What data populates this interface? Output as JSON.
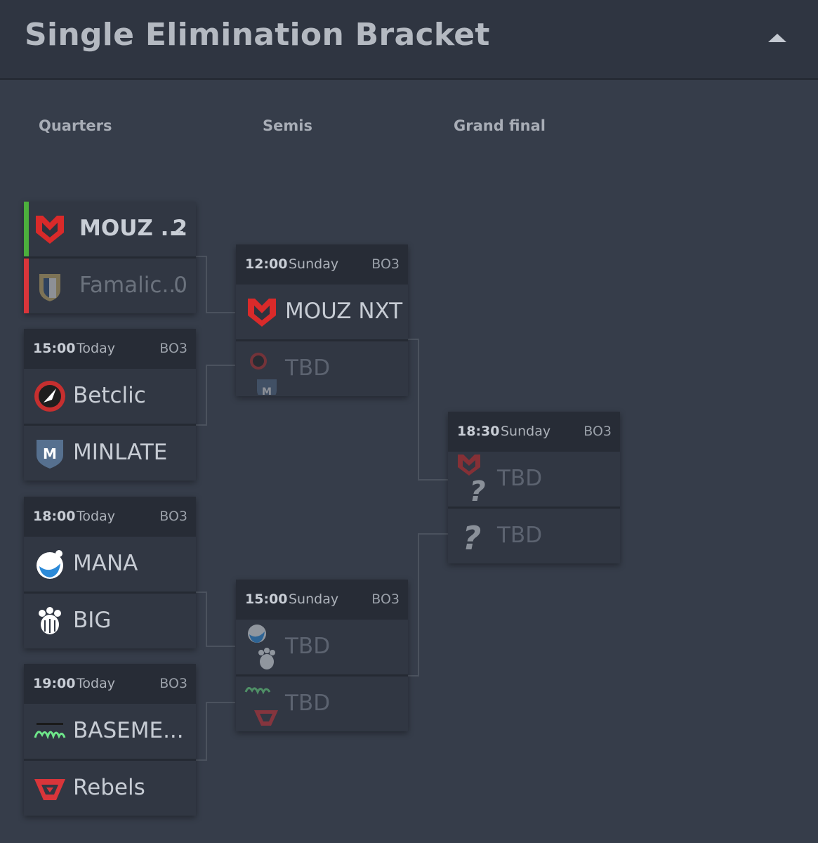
{
  "header": {
    "title": "Single Elimination Bracket",
    "collapse_icon": "chevron-up-icon"
  },
  "rounds": [
    "Quarters",
    "Semis",
    "Grand final"
  ],
  "colors": {
    "winner_bar": "#4caf3c",
    "loser_bar": "#d9353a",
    "mouz_red": "#d92a2a"
  },
  "quarters": [
    {
      "status": "finished",
      "team1": {
        "name": "MOUZ ...",
        "score": "2",
        "logo": "mouz-logo"
      },
      "team2": {
        "name": "Famalic...",
        "score": "0",
        "logo": "famalicao-logo"
      }
    },
    {
      "time": "15:00",
      "day": "Today",
      "format": "BO3",
      "team1": {
        "name": "Betclic",
        "logo": "betclic-apogee-logo"
      },
      "team2": {
        "name": "MINLATE",
        "logo": "minlate-logo"
      }
    },
    {
      "time": "18:00",
      "day": "Today",
      "format": "BO3",
      "team1": {
        "name": "MANA",
        "logo": "mana-logo"
      },
      "team2": {
        "name": "BIG",
        "logo": "big-logo"
      }
    },
    {
      "time": "19:00",
      "day": "Today",
      "format": "BO3",
      "team1": {
        "name": "BASEME...",
        "logo": "basement-boys-logo"
      },
      "team2": {
        "name": "Rebels",
        "logo": "rebels-logo"
      }
    }
  ],
  "semis": [
    {
      "time": "12:00",
      "day": "Sunday",
      "format": "BO3",
      "team1": {
        "name": "MOUZ NXT",
        "logo": "mouz-logo"
      },
      "team2": {
        "name": "TBD",
        "logo": "betclic-minlate-logo"
      }
    },
    {
      "time": "15:00",
      "day": "Sunday",
      "format": "BO3",
      "team1": {
        "name": "TBD",
        "logo": "mana-big-logo"
      },
      "team2": {
        "name": "TBD",
        "logo": "basement-rebels-logo"
      }
    }
  ],
  "final": {
    "time": "18:30",
    "day": "Sunday",
    "format": "BO3",
    "team1": {
      "name": "TBD",
      "logo": "mouz-unknown-logo"
    },
    "team2": {
      "name": "TBD",
      "logo": "unknown-logo"
    }
  }
}
